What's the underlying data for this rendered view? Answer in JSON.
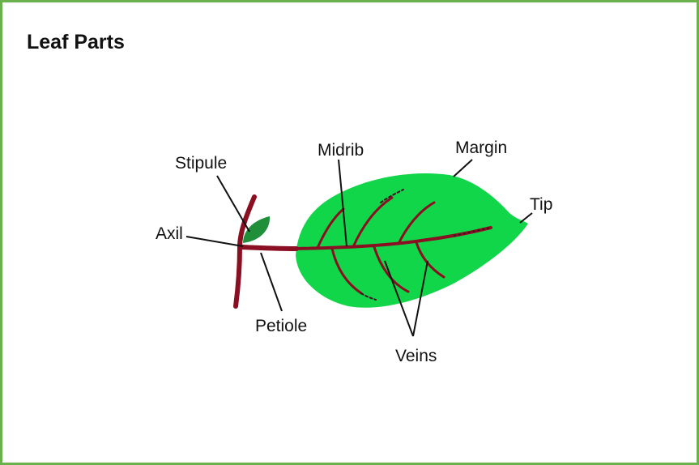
{
  "title": "Leaf Parts",
  "labels": {
    "stipule": "Stipule",
    "axil": "Axil",
    "petiole": "Petiole",
    "midrib": "Midrib",
    "margin": "Margin",
    "tip": "Tip",
    "veins": "Veins"
  },
  "colors": {
    "frame": "#6ab04c",
    "leaf": "#12d64a",
    "stipule": "#1f8f3a",
    "stem": "#8b0f22",
    "vein": "#3a1220"
  }
}
